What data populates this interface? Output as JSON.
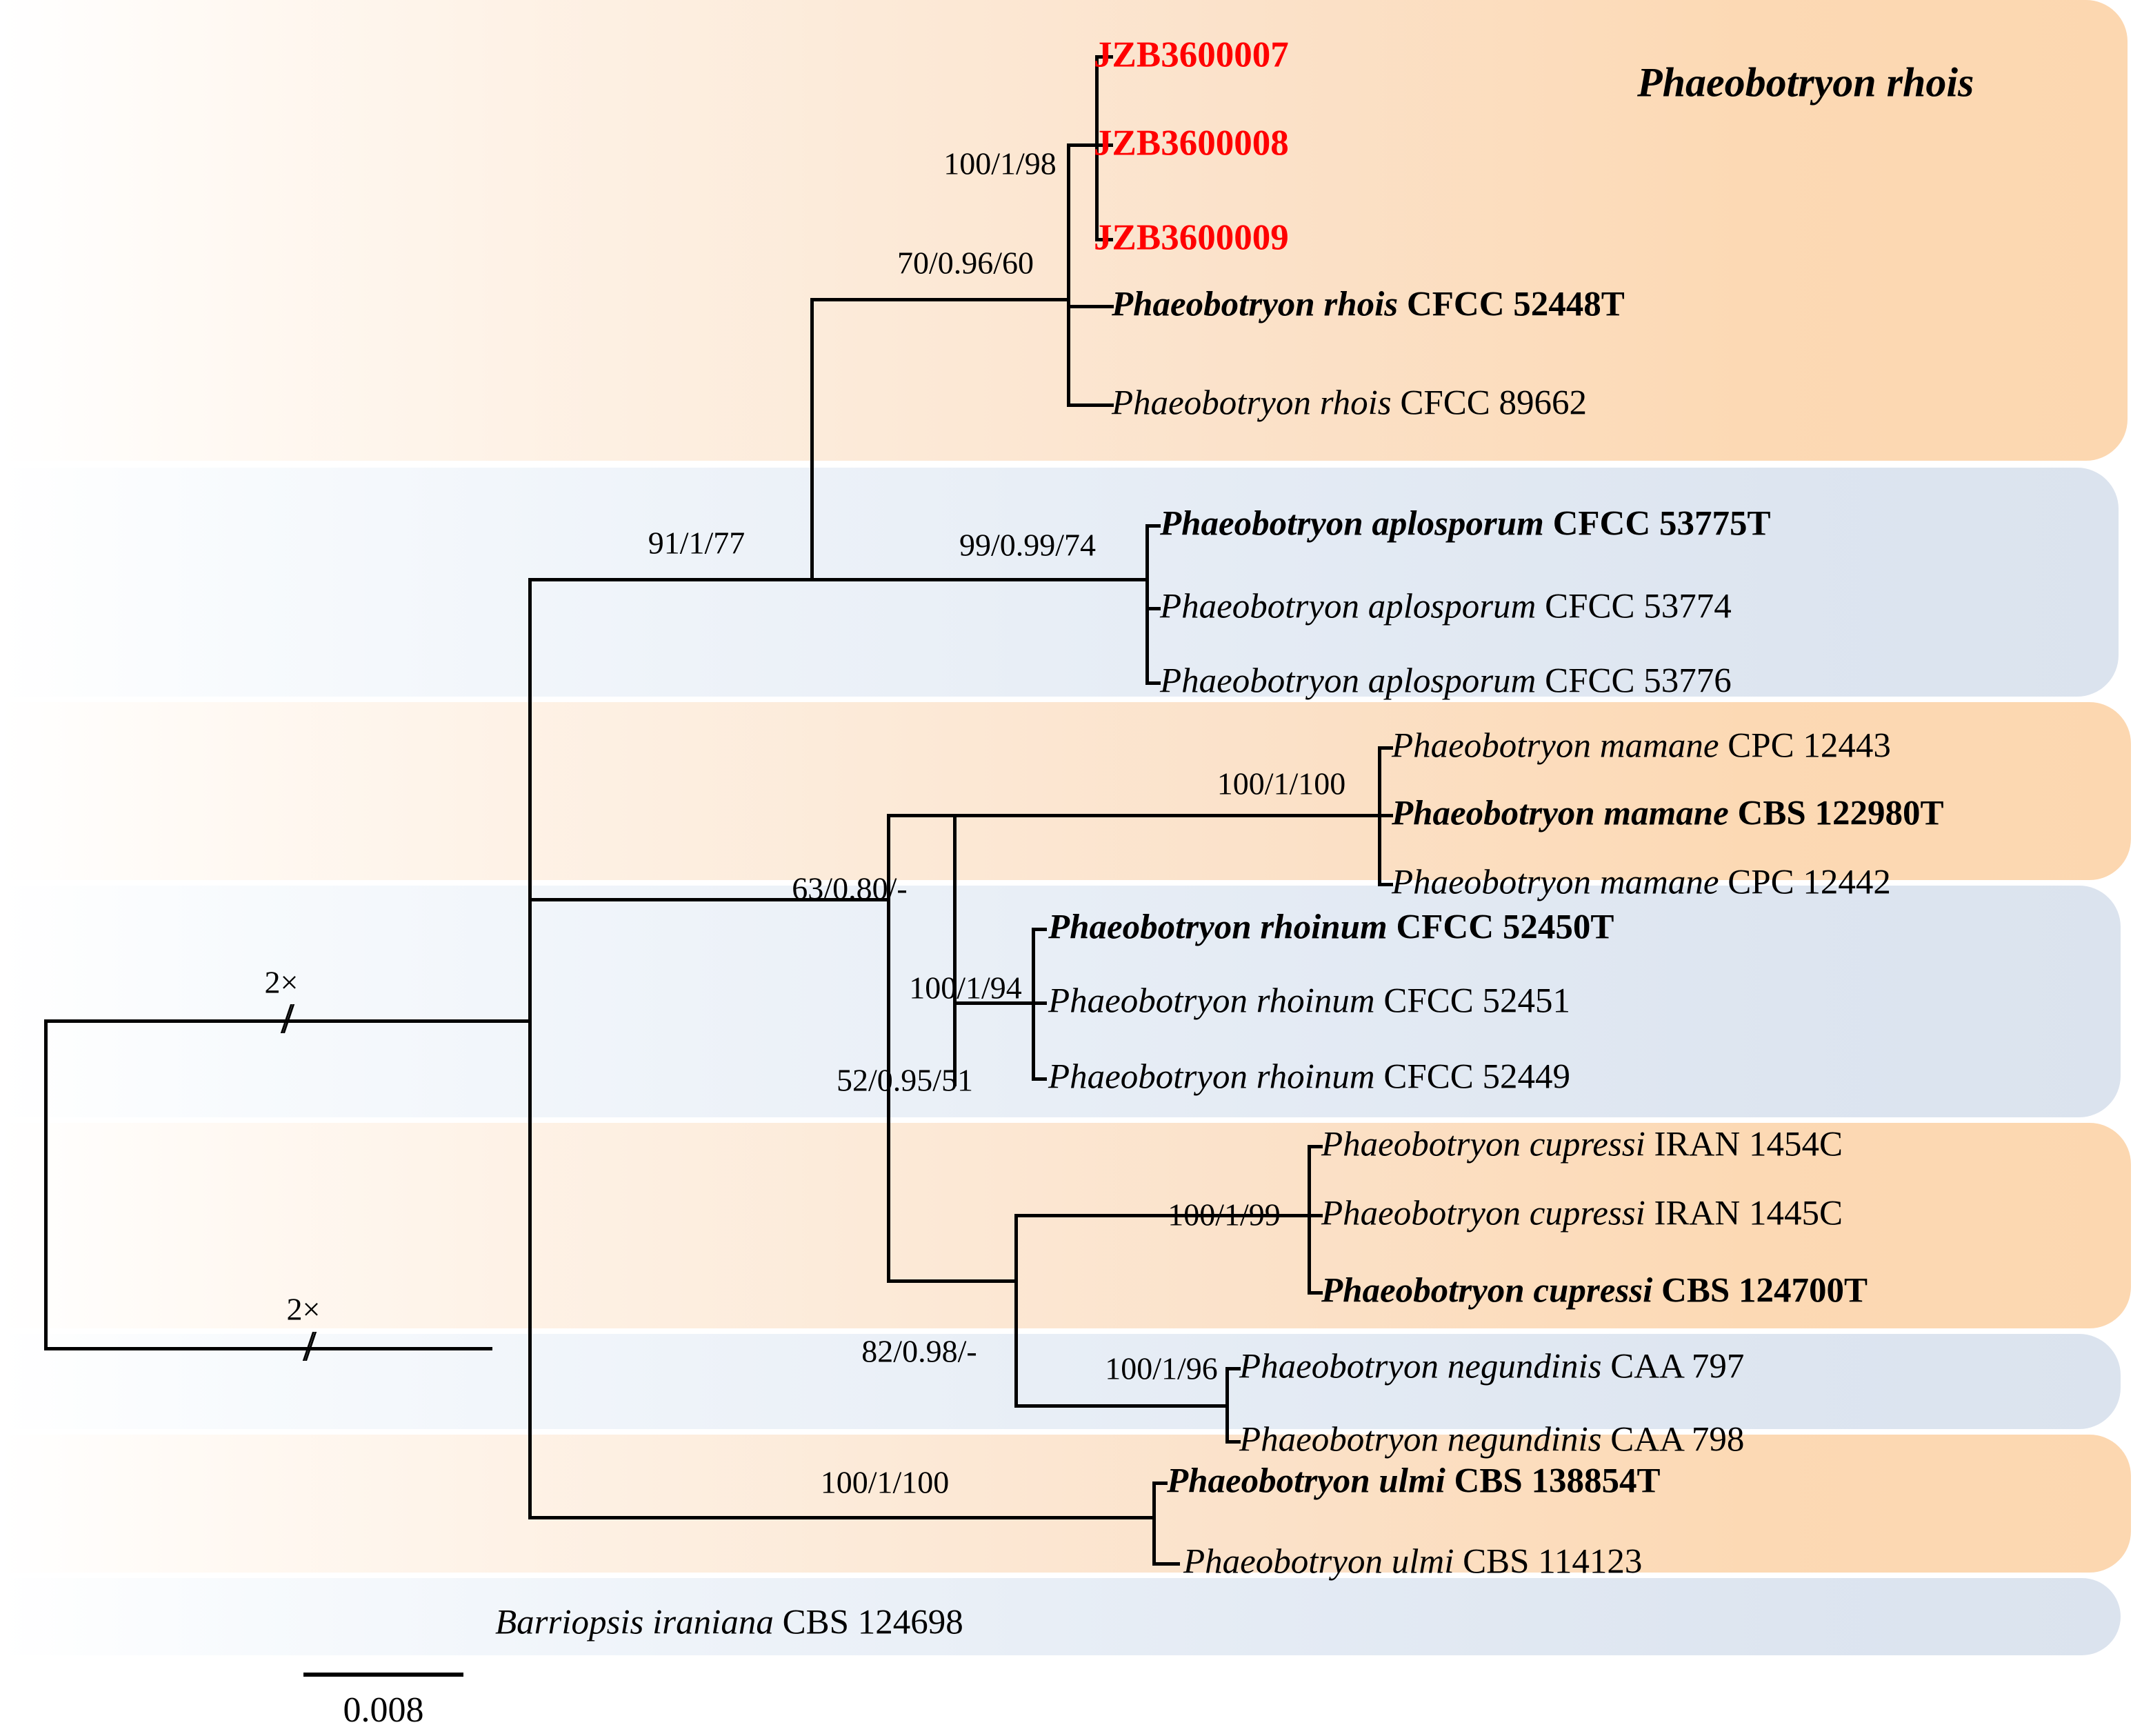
{
  "figure": {
    "type": "phylogenetic-tree",
    "clade_title": "Phaeobotryon rhois",
    "scale_bar": {
      "label": "0.008"
    },
    "branch_break_markers": [
      {
        "label": "2×"
      },
      {
        "label": "2×"
      }
    ]
  },
  "taxa": [
    {
      "id": "jzb7",
      "species": "",
      "strain": "JZB3600007",
      "novel": true,
      "type_strain": false,
      "full": "JZB3600007"
    },
    {
      "id": "jzb8",
      "species": "",
      "strain": "JZB3600008",
      "novel": true,
      "type_strain": false,
      "full": "JZB3600008"
    },
    {
      "id": "jzb9",
      "species": "",
      "strain": "JZB3600009",
      "novel": true,
      "type_strain": false,
      "full": "JZB3600009"
    },
    {
      "id": "rhois_t",
      "species": "Phaeobotryon rhois",
      "strain": "CFCC 52448T",
      "novel": false,
      "type_strain": true,
      "full": "Phaeobotryon rhois CFCC 52448T"
    },
    {
      "id": "rhois_2",
      "species": "Phaeobotryon rhois",
      "strain": "CFCC 89662",
      "novel": false,
      "type_strain": false,
      "full": "Phaeobotryon rhois CFCC 89662"
    },
    {
      "id": "aplo_t",
      "species": "Phaeobotryon aplosporum",
      "strain": "CFCC 53775T",
      "novel": false,
      "type_strain": true,
      "full": "Phaeobotryon aplosporum CFCC 53775T"
    },
    {
      "id": "aplo_2",
      "species": "Phaeobotryon aplosporum",
      "strain": "CFCC 53774",
      "novel": false,
      "type_strain": false,
      "full": "Phaeobotryon aplosporum CFCC 53774"
    },
    {
      "id": "aplo_3",
      "species": "Phaeobotryon aplosporum",
      "strain": "CFCC 53776",
      "novel": false,
      "type_strain": false,
      "full": "Phaeobotryon aplosporum CFCC 53776"
    },
    {
      "id": "mam_1",
      "species": "Phaeobotryon mamane",
      "strain": "CPC 12443",
      "novel": false,
      "type_strain": false,
      "full": "Phaeobotryon mamane CPC 12443"
    },
    {
      "id": "mam_t",
      "species": "Phaeobotryon mamane",
      "strain": "CBS 122980T",
      "novel": false,
      "type_strain": true,
      "full": "Phaeobotryon mamane CBS 122980T"
    },
    {
      "id": "mam_3",
      "species": "Phaeobotryon mamane",
      "strain": "CPC 12442",
      "novel": false,
      "type_strain": false,
      "full": "Phaeobotryon mamane CPC 12442"
    },
    {
      "id": "rhoi_t",
      "species": "Phaeobotryon rhoinum",
      "strain": "CFCC 52450T",
      "novel": false,
      "type_strain": true,
      "full": "Phaeobotryon rhoinum CFCC 52450T"
    },
    {
      "id": "rhoi_2",
      "species": "Phaeobotryon rhoinum",
      "strain": "CFCC 52451",
      "novel": false,
      "type_strain": false,
      "full": "Phaeobotryon rhoinum CFCC 52451"
    },
    {
      "id": "rhoi_3",
      "species": "Phaeobotryon rhoinum",
      "strain": "CFCC 52449",
      "novel": false,
      "type_strain": false,
      "full": "Phaeobotryon rhoinum CFCC 52449"
    },
    {
      "id": "cup_1",
      "species": "Phaeobotryon cupressi",
      "strain": "IRAN 1454C",
      "novel": false,
      "type_strain": false,
      "full": "Phaeobotryon cupressi IRAN 1454C"
    },
    {
      "id": "cup_2",
      "species": "Phaeobotryon cupressi",
      "strain": "IRAN 1445C",
      "novel": false,
      "type_strain": false,
      "full": "Phaeobotryon cupressi IRAN 1445C"
    },
    {
      "id": "cup_t",
      "species": "Phaeobotryon cupressi",
      "strain": "CBS 124700T",
      "novel": false,
      "type_strain": true,
      "full": "Phaeobotryon cupressi CBS 124700T"
    },
    {
      "id": "neg_1",
      "species": "Phaeobotryon negundinis",
      "strain": "CAA 797",
      "novel": false,
      "type_strain": false,
      "full": "Phaeobotryon negundinis CAA 797"
    },
    {
      "id": "neg_2",
      "species": "Phaeobotryon negundinis",
      "strain": "CAA 798",
      "novel": false,
      "type_strain": false,
      "full": "Phaeobotryon negundinis CAA 798"
    },
    {
      "id": "ulmi_t",
      "species": "Phaeobotryon ulmi",
      "strain": "CBS 138854T",
      "novel": false,
      "type_strain": true,
      "full": "Phaeobotryon ulmi CBS 138854T"
    },
    {
      "id": "ulmi_2",
      "species": "Phaeobotryon ulmi",
      "strain": "CBS 114123",
      "novel": false,
      "type_strain": false,
      "full": "Phaeobotryon ulmi CBS 114123"
    },
    {
      "id": "outgroup",
      "species": "Barriopsis iraniana",
      "strain": "CBS 124698",
      "novel": false,
      "type_strain": false,
      "full": "Barriopsis iraniana CBS 124698"
    }
  ],
  "support_labels": [
    {
      "id": "s_rhois_tip",
      "text": "100/1/98"
    },
    {
      "id": "s_rhois_clade",
      "text": "70/0.96/60"
    },
    {
      "id": "s_backbone",
      "text": "91/1/77"
    },
    {
      "id": "s_aplo",
      "text": "99/0.99/74"
    },
    {
      "id": "s_mamane",
      "text": "100/1/100"
    },
    {
      "id": "s_node63",
      "text": "63/0.80/-"
    },
    {
      "id": "s_rhoinum",
      "text": "100/1/94"
    },
    {
      "id": "s_node52",
      "text": "52/0.95/51"
    },
    {
      "id": "s_cupressi",
      "text": "100/1/99"
    },
    {
      "id": "s_node82",
      "text": "82/0.98/-"
    },
    {
      "id": "s_negundinis",
      "text": "100/1/96"
    },
    {
      "id": "s_ulmi",
      "text": "100/1/100"
    }
  ],
  "colors": {
    "novel_taxon": "#ff0000",
    "band_orange": "#fcd7b0",
    "band_blue": "#dbe3ee",
    "branch": "#000000"
  }
}
